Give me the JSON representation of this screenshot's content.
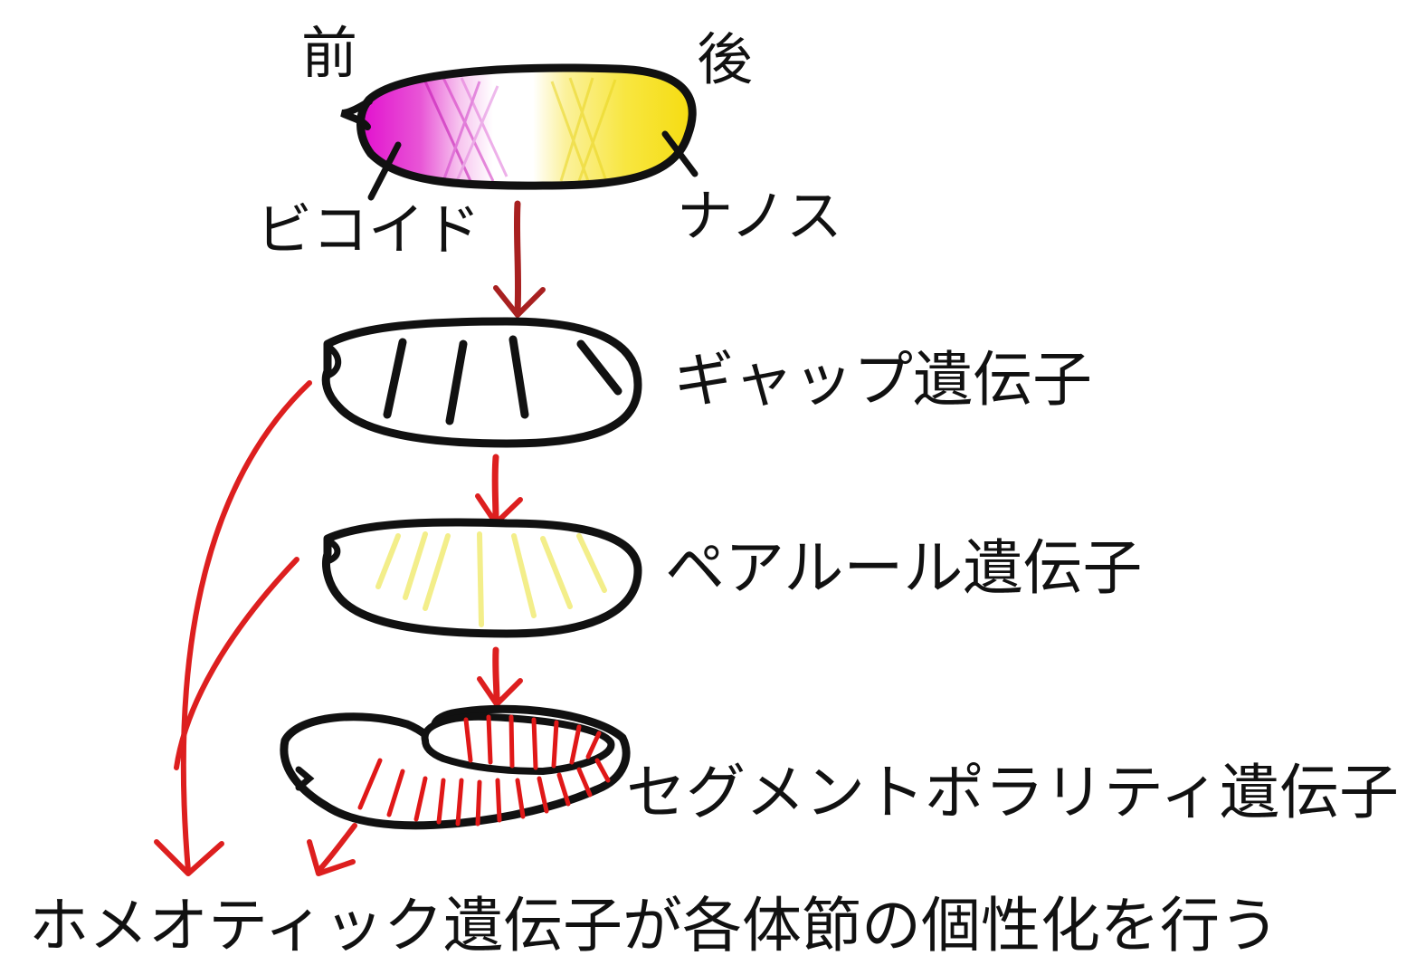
{
  "labels": {
    "anterior": "前",
    "posterior": "後",
    "bicoid": "ビコイド",
    "nanos": "ナノス",
    "gap": "ギャップ遺伝子",
    "pair_rule": "ペアルール遺伝子",
    "segment_polarity": "セグメントポラリティ遺伝子",
    "conclusion": "ホメオティック遺伝子が各体節の個性化を行う"
  },
  "colors": {
    "outline": "#111111",
    "arrow": "#dd1f1f",
    "arrow_dark": "#a82020",
    "bicoid": "#e020c8",
    "nanos": "#f5e020",
    "pair_rule_stripe": "#f3ee8a",
    "segment_stripe": "#e01818"
  }
}
